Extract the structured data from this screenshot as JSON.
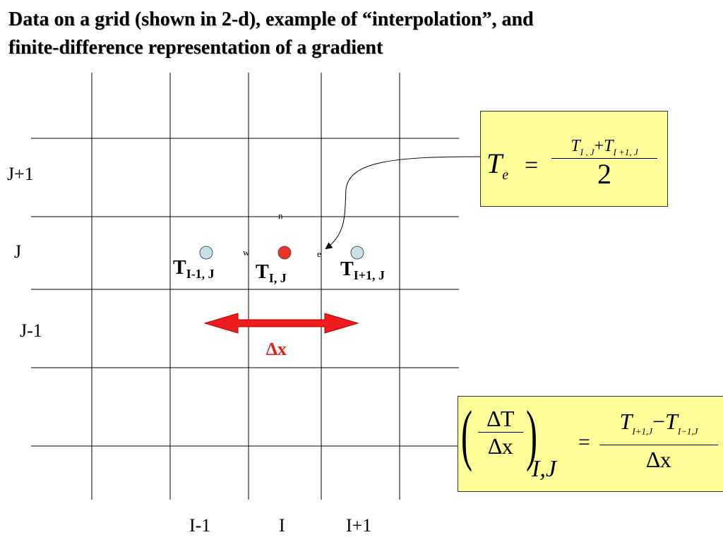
{
  "title": {
    "line1": "Data on a grid (shown in 2-d), example of “interpolation”, and",
    "line2": "finite-difference representation of a gradient"
  },
  "row_labels": {
    "j_plus": "J+1",
    "j": "J",
    "j_minus": "J-1"
  },
  "col_labels": {
    "i_minus": "I-1",
    "i": "I",
    "i_plus": "I+1"
  },
  "face_labels": {
    "n": "n",
    "w": "w",
    "e": "e"
  },
  "points": {
    "left": {
      "main": "T",
      "sub": "I-1, J"
    },
    "center": {
      "main": "T",
      "sub": "I, J"
    },
    "right": {
      "main": "T",
      "sub": "I+1, J"
    }
  },
  "delta_label": "∆x",
  "eq1": {
    "lhs_main": "T",
    "lhs_sub": "e",
    "equals": "=",
    "num_t1": "T",
    "num_t1_sub": "I , J",
    "plus": "+",
    "num_t2": "T",
    "num_t2_sub": "I +1, J",
    "den": "2"
  },
  "eq2": {
    "paren_num": "∆T",
    "paren_den": "∆x",
    "lhs_sub": "I,J",
    "equals": "=",
    "num_t1": "T",
    "num_t1_sub": "I+1,J",
    "minus": "−",
    "num_t2": "T",
    "num_t2_sub": "I−1,J",
    "den": "∆x"
  },
  "colors": {
    "center_point": "#ee3322",
    "neighbor_point": "#c8e0e8",
    "arrow": "#ee1c1c",
    "equation_box": "#ffff99"
  }
}
